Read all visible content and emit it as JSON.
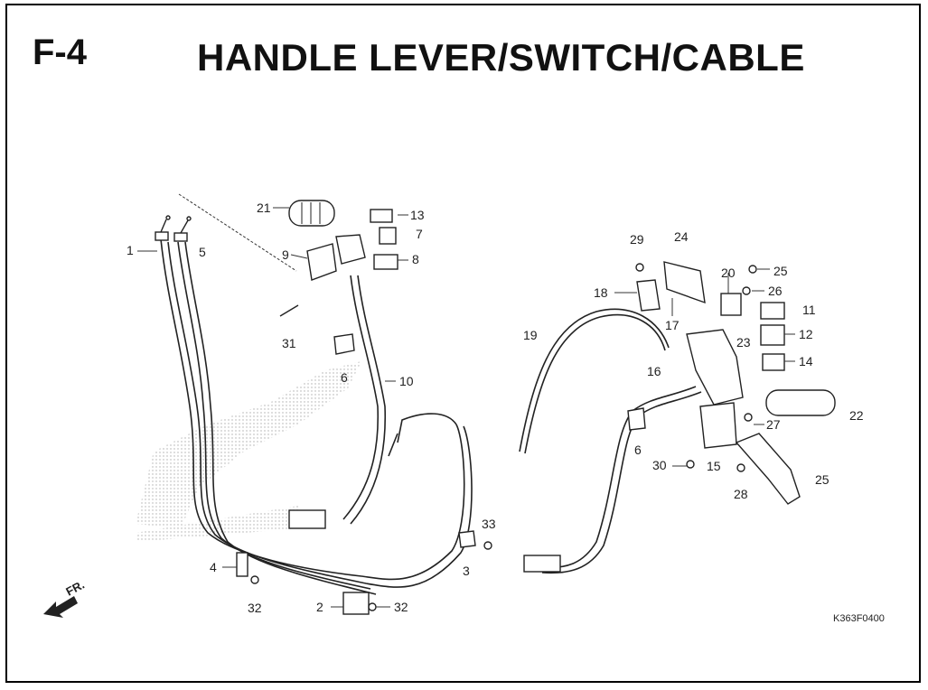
{
  "page": {
    "code": "F-4",
    "title": "HANDLE LEVER/SWITCH/CABLE",
    "ref_code": "K363F0400",
    "direction_label": "FR."
  },
  "callouts": [
    "1",
    "2",
    "3",
    "4",
    "5",
    "6",
    "6",
    "7",
    "8",
    "9",
    "10",
    "11",
    "12",
    "13",
    "14",
    "15",
    "16",
    "17",
    "18",
    "19",
    "20",
    "21",
    "22",
    "23",
    "24",
    "25",
    "25",
    "26",
    "27",
    "28",
    "29",
    "30",
    "31",
    "32",
    "32",
    "33"
  ]
}
